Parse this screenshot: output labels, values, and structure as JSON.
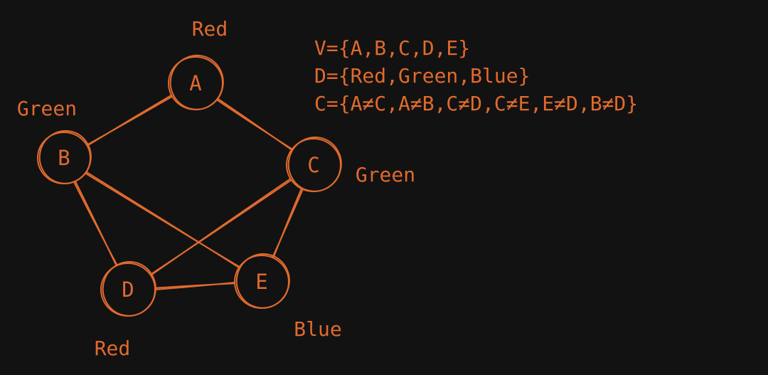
{
  "theme": {
    "background": "#121212",
    "ink": "#e06a2e"
  },
  "definitions": [
    "V={A,B,C,D,E}",
    "D={Red,Green,Blue}",
    "C={A≠C,A≠B,C≠D,C≠E,E≠D,B≠D}"
  ],
  "nodes": [
    {
      "id": "A",
      "label": "A",
      "color": "Red"
    },
    {
      "id": "B",
      "label": "B",
      "color": "Green"
    },
    {
      "id": "C",
      "label": "C",
      "color": "Green"
    },
    {
      "id": "D",
      "label": "D",
      "color": "Red"
    },
    {
      "id": "E",
      "label": "E",
      "color": "Blue"
    }
  ],
  "edges": [
    [
      "A",
      "B"
    ],
    [
      "A",
      "C"
    ],
    [
      "B",
      "D"
    ],
    [
      "B",
      "E"
    ],
    [
      "C",
      "D"
    ],
    [
      "C",
      "E"
    ],
    [
      "D",
      "E"
    ]
  ]
}
